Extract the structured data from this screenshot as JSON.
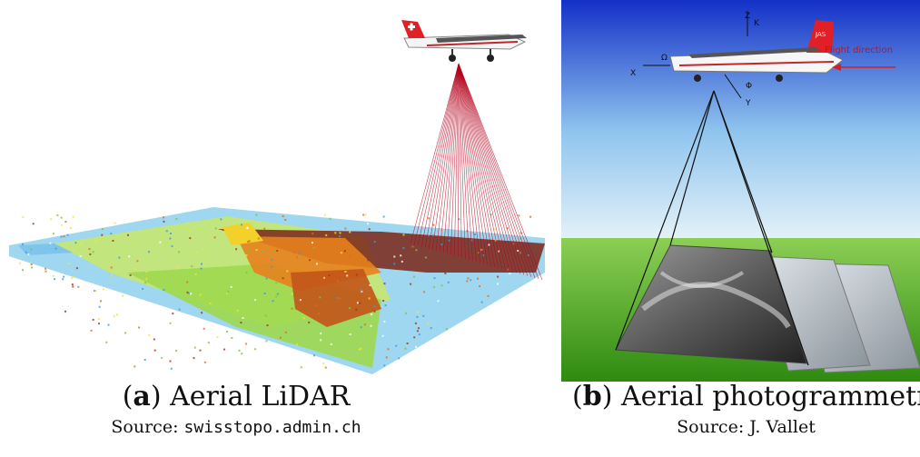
{
  "panel_a": {
    "label": "a",
    "title": "Aerial LiDAR",
    "source_prefix": "Source:",
    "source": "swisstopo.admin.ch"
  },
  "panel_b": {
    "label": "b",
    "title": "Aerial photogrammetry",
    "source_prefix": "Source:",
    "source": "J. Vallet",
    "flight_direction_label": "Flight direction",
    "axes": {
      "z": "Z",
      "kappa": "K",
      "omega": "Ω",
      "x": "X",
      "phi": "Φ",
      "y": "Y"
    },
    "aircraft_text": "JAS"
  },
  "colors": {
    "laser_red": "#b3001b",
    "sky_top": "#1430c8",
    "sky_bottom": "#d9ecf6",
    "ground": "#3f9a16",
    "flight_arrow": "#d62020"
  }
}
